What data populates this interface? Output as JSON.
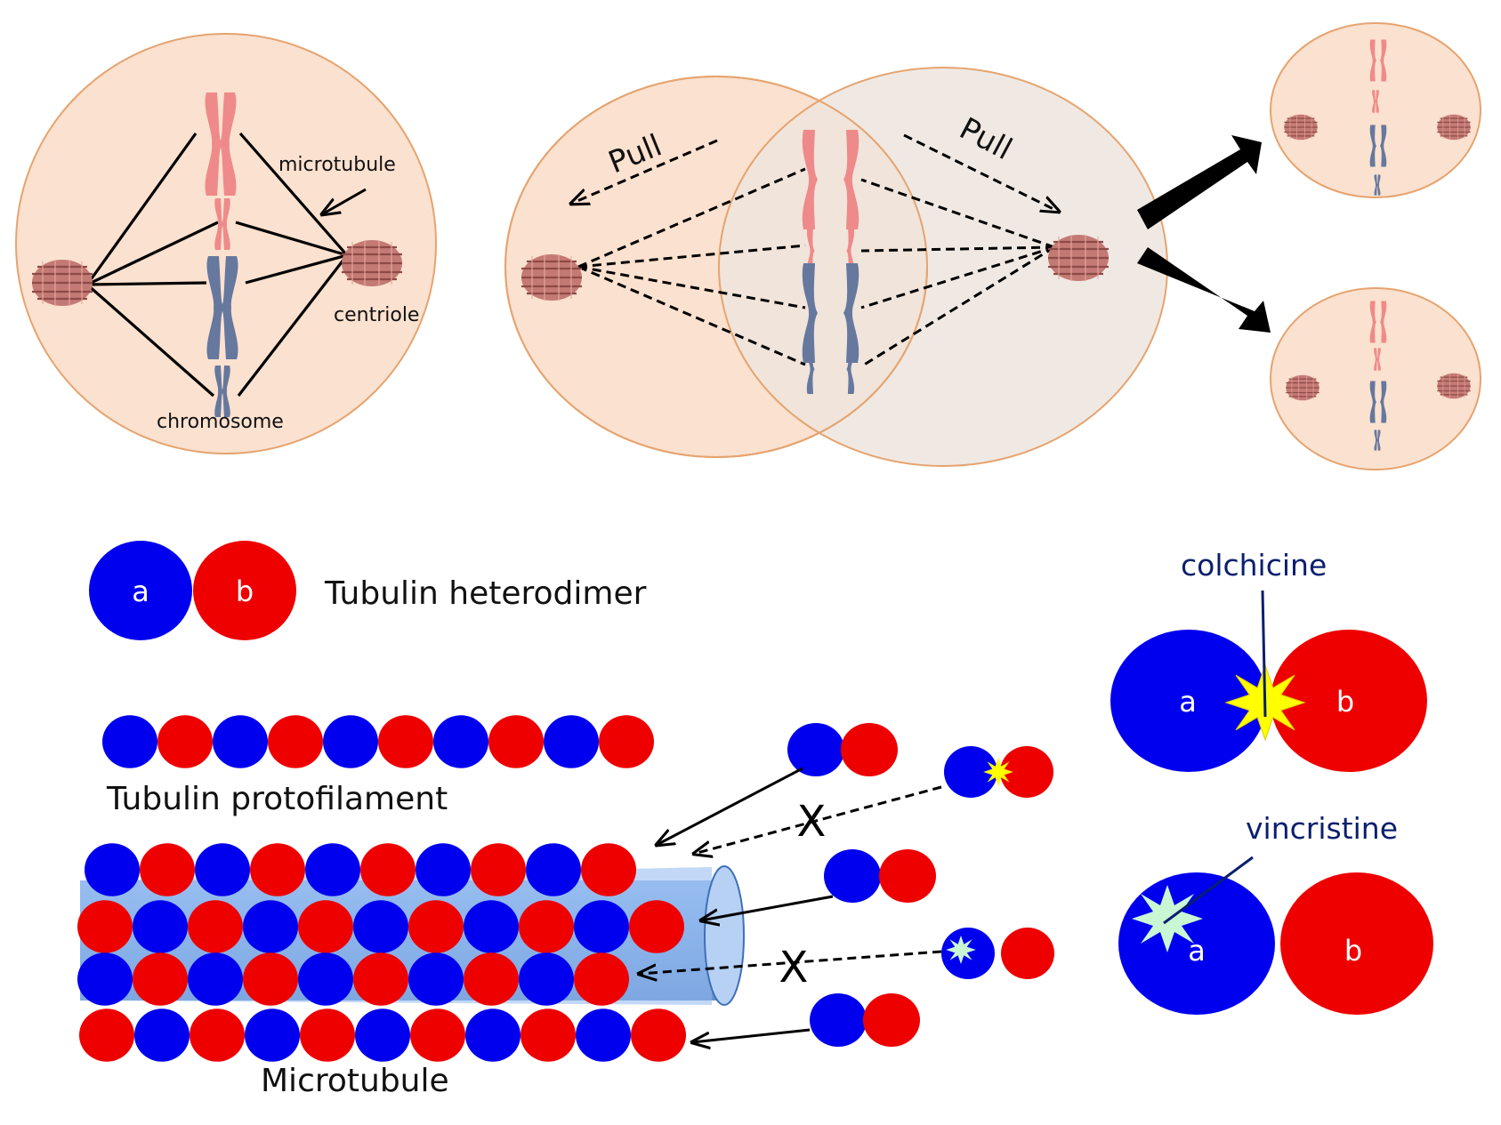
{
  "colors": {
    "cell_fill": "#fbe1cf",
    "cell_stroke": "#e5a470",
    "alpha_tubulin": "#0000ee",
    "beta_tubulin": "#ee0000",
    "chromosome_pink": "#ef8a8a",
    "chromosome_blue": "#66789e",
    "centriole": "#c47a74",
    "microtubule_tube": "#6f9ee0",
    "colchicine_burst": "#ffff00",
    "vincristine_burst": "#c9f7d4",
    "drug_label": "#0a1f6e"
  },
  "labels": {
    "microtubule_small": "microtubule",
    "centriole": "centriole",
    "chromosome": "chromosome",
    "pull": "Pull",
    "alpha": "a",
    "beta": "b",
    "heterodimer": "Tubulin heterodimer",
    "protofilament": "Tubulin  protofilament",
    "microtubule": "Microtubule",
    "colchicine": "colchicine",
    "vincristine": "vincristine",
    "blocked": "X"
  },
  "icons": {
    "centriole": "centriole-bundle-icon",
    "chromosome": "chromosome-icon",
    "blocked": "x-mark-icon",
    "drug_site": "starburst-icon"
  }
}
